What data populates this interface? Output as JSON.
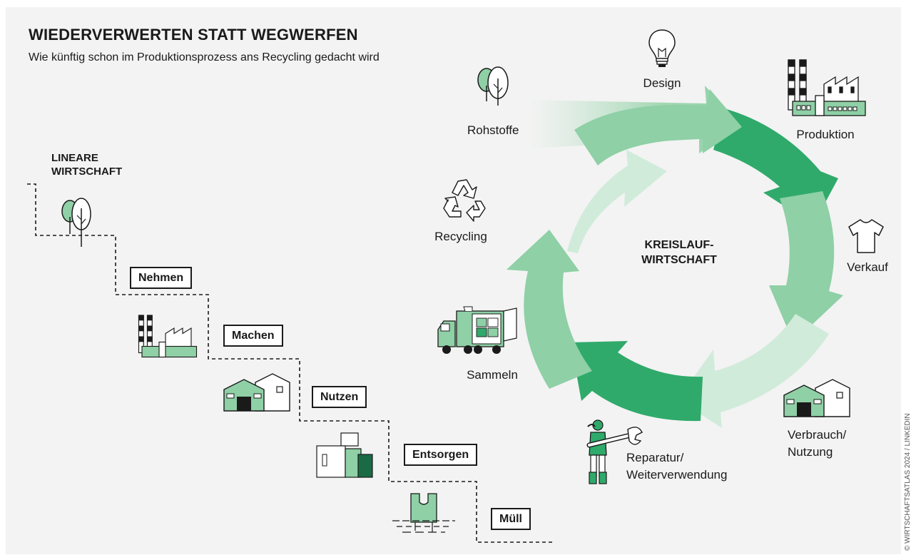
{
  "header": {
    "title": "WIEDERVERWERTEN STATT WEGWERFEN",
    "subtitle": "Wie künftig schon im Produktionsprozess ans Recycling gedacht wird"
  },
  "linear": {
    "heading_line1": "LINEARE",
    "heading_line2": "WIRTSCHAFT",
    "steps": [
      "Nehmen",
      "Machen",
      "Nutzen",
      "Entsorgen",
      "Müll"
    ]
  },
  "circular": {
    "center_line1": "KREISLAUF-",
    "center_line2": "WIRTSCHAFT",
    "stages": {
      "rohstoffe": "Rohstoffe",
      "design": "Design",
      "produktion": "Produktion",
      "verkauf": "Verkauf",
      "verbrauch_line1": "Verbrauch/",
      "verbrauch_line2": "Nutzung",
      "reparatur_line1": "Reparatur/",
      "reparatur_line2": "Weiterverwendung",
      "sammeln": "Sammeln",
      "recycling": "Recycling"
    }
  },
  "credit": "© WIRTSCHAFTSATLAS 2024 / LINKEDIN",
  "colors": {
    "background": "#f3f3f3",
    "green_dark": "#2faa6b",
    "green_mid": "#5ebd85",
    "green_light": "#8fd0a6",
    "green_pale": "#bfe2cb",
    "ink": "#1a1a1a"
  }
}
